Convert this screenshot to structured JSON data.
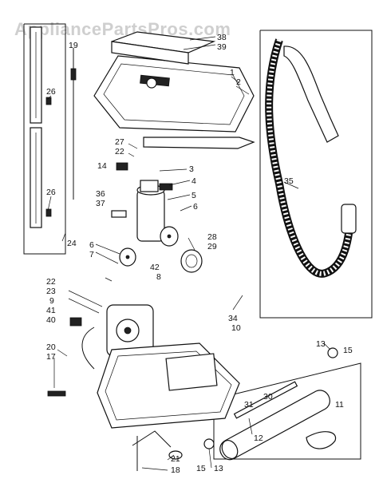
{
  "watermark": "AppliancePartsPros.com",
  "callouts": [
    {
      "id": "c38",
      "text": "38"
    },
    {
      "id": "c39",
      "text": "39"
    },
    {
      "id": "c1",
      "text": "1"
    },
    {
      "id": "c2",
      "text": "2"
    },
    {
      "id": "c19",
      "text": "19"
    },
    {
      "id": "c26a",
      "text": "26"
    },
    {
      "id": "c26b",
      "text": "26"
    },
    {
      "id": "c24",
      "text": "24"
    },
    {
      "id": "c27",
      "text": "27"
    },
    {
      "id": "c22a",
      "text": "22"
    },
    {
      "id": "c3",
      "text": "3"
    },
    {
      "id": "c14",
      "text": "14"
    },
    {
      "id": "c4",
      "text": "4"
    },
    {
      "id": "c36",
      "text": "36"
    },
    {
      "id": "c37",
      "text": "37"
    },
    {
      "id": "c5",
      "text": "5"
    },
    {
      "id": "c6a",
      "text": "6"
    },
    {
      "id": "c35",
      "text": "35"
    },
    {
      "id": "c6b",
      "text": "6"
    },
    {
      "id": "c7",
      "text": "7"
    },
    {
      "id": "c28",
      "text": "28"
    },
    {
      "id": "c29",
      "text": "29"
    },
    {
      "id": "c42",
      "text": "42"
    },
    {
      "id": "c8",
      "text": "8"
    },
    {
      "id": "c22b",
      "text": "22"
    },
    {
      "id": "c23",
      "text": "23"
    },
    {
      "id": "c9",
      "text": "9"
    },
    {
      "id": "c41",
      "text": "41"
    },
    {
      "id": "c40",
      "text": "40"
    },
    {
      "id": "c34",
      "text": "34"
    },
    {
      "id": "c10",
      "text": "10"
    },
    {
      "id": "c20",
      "text": "20"
    },
    {
      "id": "c17",
      "text": "17"
    },
    {
      "id": "c13a",
      "text": "13"
    },
    {
      "id": "c15a",
      "text": "15"
    },
    {
      "id": "c30",
      "text": "30"
    },
    {
      "id": "c31",
      "text": "31"
    },
    {
      "id": "c11",
      "text": "11"
    },
    {
      "id": "c12",
      "text": "12"
    },
    {
      "id": "c21",
      "text": "21"
    },
    {
      "id": "c18",
      "text": "18"
    },
    {
      "id": "c15b",
      "text": "15"
    },
    {
      "id": "c13b",
      "text": "13"
    }
  ]
}
